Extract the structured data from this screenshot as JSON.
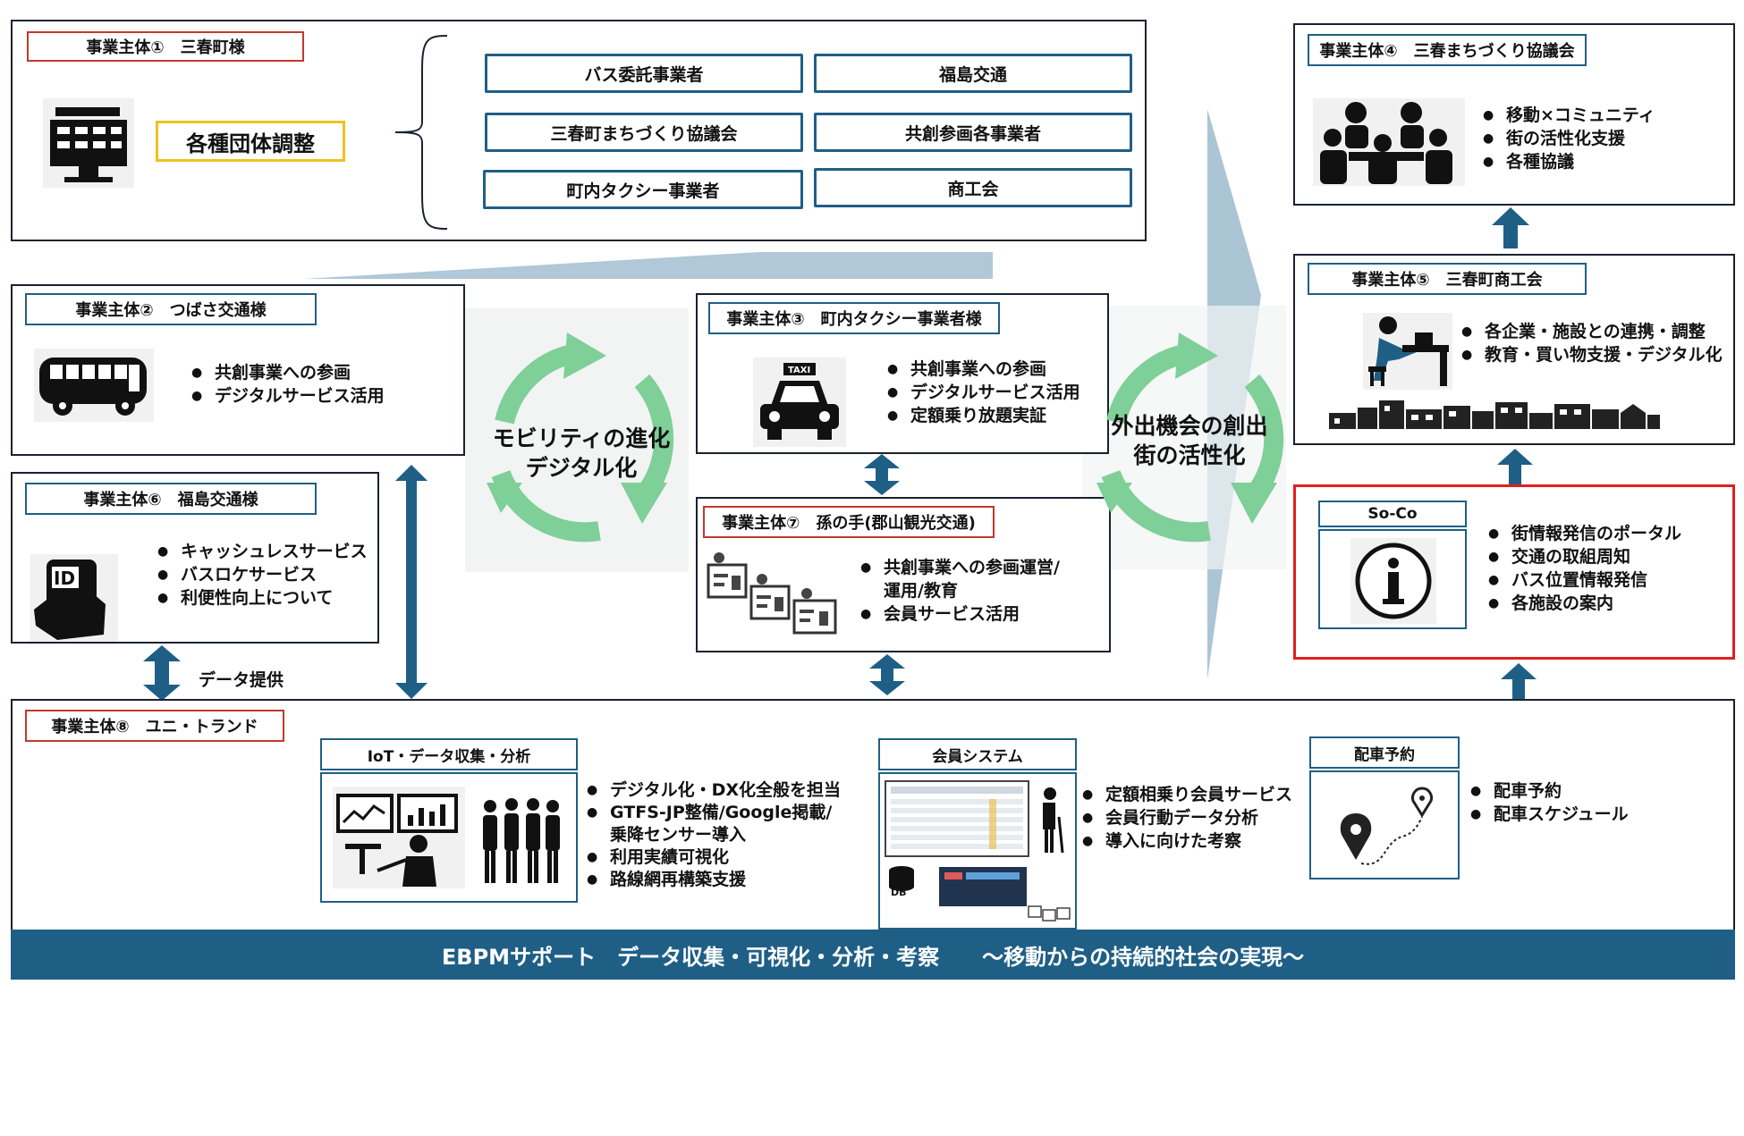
{
  "entity1": {
    "label": "事業主体①　三春町様",
    "role": "各種団体調整",
    "partners": [
      "バス委託事業者",
      "福島交通",
      "三春町まちづくり協議会",
      "共創参画各事業者",
      "町内タクシー事業者",
      "商工会"
    ]
  },
  "entity2": {
    "label": "事業主体②　つばさ交通様",
    "bullets": [
      "共創事業への参画",
      "デジタルサービス活用"
    ]
  },
  "entity3": {
    "label": "事業主体③　町内タクシー事業者様",
    "bullets": [
      "共創事業への参画",
      "デジタルサービス活用",
      "定額乗り放題実証"
    ],
    "taxi_sign": "TAXI"
  },
  "entity4": {
    "label": "事業主体④　三春まちづくり協議会",
    "bullets": [
      "移動×コミュニティ",
      "街の活性化支援",
      "各種協議"
    ]
  },
  "entity5": {
    "label": "事業主体⑤　三春町商工会",
    "bullets": [
      "各企業・施設との連携・調整",
      "教育・買い物支援・デジタル化"
    ]
  },
  "entity6": {
    "label": "事業主体⑥　福島交通様",
    "bullets": [
      "キャッシュレスサービス",
      "バスロケサービス",
      "利便性向上について"
    ],
    "id_text": "ID"
  },
  "entity7": {
    "label": "事業主体⑦　孫の手(郡山観光交通)",
    "bullets": [
      "共創事業への参画運営/",
      "運用/教育",
      "会員サービス活用"
    ]
  },
  "entity8": {
    "label": "事業主体⑧　ユニ・トランド"
  },
  "soco": {
    "label": "So-Co",
    "bullets": [
      "街情報発信のポータル",
      "交通の取組周知",
      "バス位置情報発信",
      "各施設の案内"
    ]
  },
  "cycle_left": [
    "モビリティの進化",
    "デジタル化"
  ],
  "cycle_right": [
    "外出機会の創出",
    "街の活性化"
  ],
  "data_provision": "データ提供",
  "iot": {
    "label": "IoT・データ収集・分析",
    "bullets": [
      "デジタル化・DX化全般を担当",
      "GTFS-JP整備/Google掲載/",
      "乗降センサー導入",
      "利用実績可視化",
      "路線網再構築支援"
    ]
  },
  "member": {
    "label": "会員システム",
    "bullets": [
      "定額相乗り会員サービス",
      "会員行動データ分析",
      "導入に向けた考察"
    ],
    "db_text": "DB"
  },
  "dispatch": {
    "label": "配車予約",
    "bullets": [
      "配車予約",
      "配車スケジュール"
    ]
  },
  "footer": "EBPMサポート　データ収集・可視化・分析・考察　　～移動からの持続的社会の実現～",
  "colors": {
    "navy": "#1f5f86",
    "red": "#c0392b",
    "yellow": "#f0c020",
    "cycle_green": "#7fcf98",
    "arrow_fill": "#8fb1c6"
  }
}
